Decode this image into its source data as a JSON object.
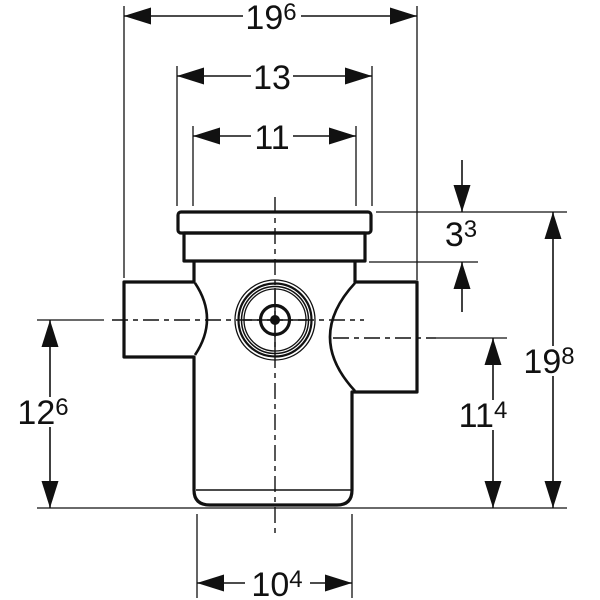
{
  "drawing": {
    "kind": "technical-dimension-drawing",
    "background_color": "#ffffff",
    "line_color": "#111111",
    "dimensions": {
      "overall_width": {
        "main": "19",
        "sup": "6"
      },
      "upper_flange_width": {
        "main": "13",
        "sup": ""
      },
      "body_width": {
        "main": "11",
        "sup": ""
      },
      "flange_section_height": {
        "main": "3",
        "sup": "3"
      },
      "overall_height": {
        "main": "19",
        "sup": "8"
      },
      "right_outlet_center_height": {
        "main": "11",
        "sup": "4"
      },
      "left_inlet_center_height": {
        "main": "12",
        "sup": "6"
      },
      "bottom_outlet_width": {
        "main": "10",
        "sup": "4"
      }
    }
  }
}
